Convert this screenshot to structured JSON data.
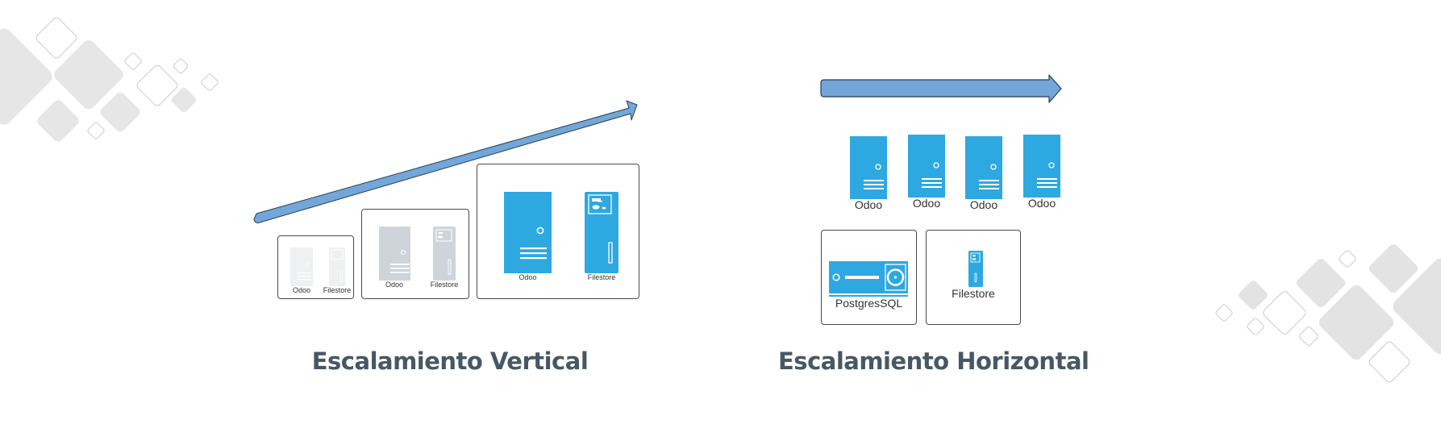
{
  "colors": {
    "server_active": "#2ea8e0",
    "server_faded_light": "#eef0f2",
    "server_faded_mid": "#cfd4db",
    "arrow_fill": "#73a7d9",
    "arrow_stroke": "#2a3d52",
    "title_text": "#475763",
    "deco_fill": "#e3e3e3",
    "deco_outline": "#cfcfcf"
  },
  "vertical": {
    "title": "Escalamiento Vertical",
    "arrow": "growth-arrow-diagonal",
    "stages": [
      {
        "odoo_label": "Odoo",
        "filestore_label": "Filestore",
        "shade": "faded_light"
      },
      {
        "odoo_label": "Odoo",
        "filestore_label": "Filestore",
        "shade": "faded_mid"
      },
      {
        "odoo_label": "Odoo",
        "filestore_label": "Filestore",
        "shade": "active"
      }
    ]
  },
  "horizontal": {
    "title": "Escalamiento Horizontal",
    "arrow": "growth-arrow-right",
    "odoo_servers": [
      {
        "label": "Odoo"
      },
      {
        "label": "Odoo"
      },
      {
        "label": "Odoo"
      },
      {
        "label": "Odoo"
      }
    ],
    "database": {
      "label": "PostgresSQL"
    },
    "filestore": {
      "label": "Filestore"
    }
  }
}
